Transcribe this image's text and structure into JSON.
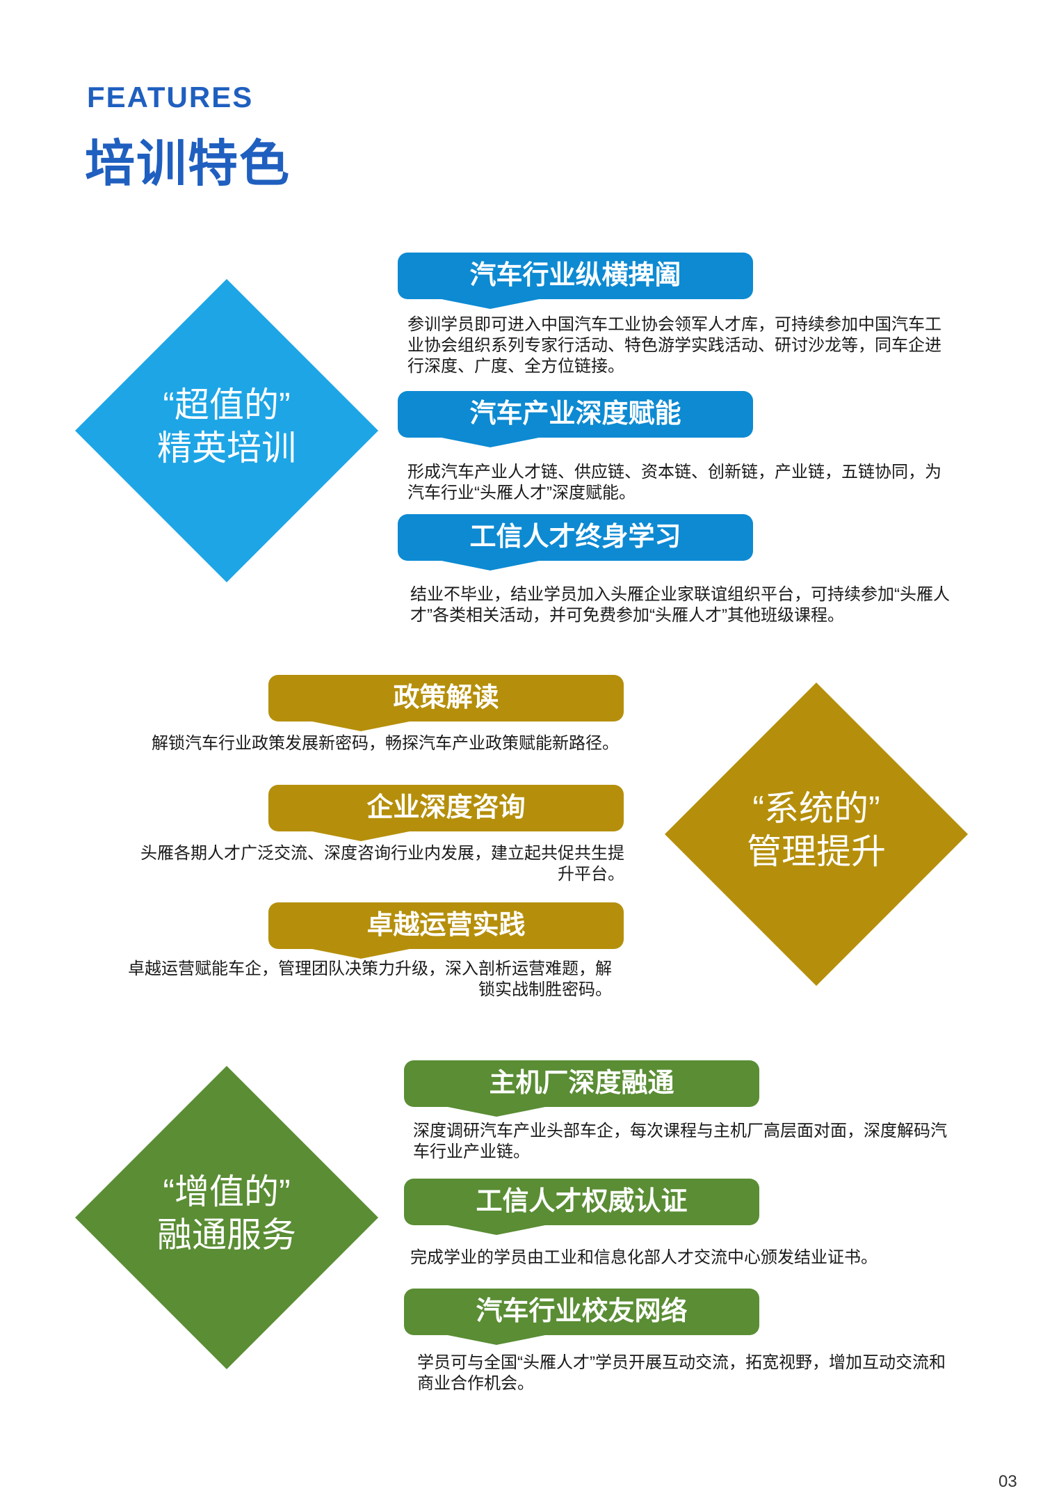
{
  "header": {
    "eyebrow": "FEATURES",
    "title": "培训特色"
  },
  "colors": {
    "blue_diamond": "#1ea5e6",
    "blue_pill": "#0d8ad2",
    "gold": "#b58f0b",
    "green": "#5a8d34",
    "title": "#1f5fbf"
  },
  "sections": [
    {
      "diamond": {
        "line1": "“超值的”",
        "line2": "精英培训"
      },
      "items": [
        {
          "title": "汽车行业纵横捭阖",
          "text": "参训学员即可进入中国汽车工业协会领军人才库，可持续参加中国汽车工业协会组织系列专家行活动、特色游学实践活动、研讨沙龙等，同车企进行深度、广度、全方位链接。"
        },
        {
          "title": "汽车产业深度赋能",
          "text": "形成汽车产业人才链、供应链、资本链、创新链，产业链，五链协同，为汽车行业“头雁人才”深度赋能。"
        },
        {
          "title": "工信人才终身学习",
          "text": "结业不毕业，结业学员加入头雁企业家联谊组织平台，可持续参加“头雁人才”各类相关活动，并可免费参加“头雁人才”其他班级课程。"
        }
      ]
    },
    {
      "diamond": {
        "line1": "“系统的”",
        "line2": "管理提升"
      },
      "items": [
        {
          "title": "政策解读",
          "text": "解锁汽车行业政策发展新密码，畅探汽车产业政策赋能新路径。"
        },
        {
          "title": "企业深度咨询",
          "text": "头雁各期人才广泛交流、深度咨询行业内发展，建立起共促共生提升平台。"
        },
        {
          "title": "卓越运营实践",
          "text": "卓越运营赋能车企，管理团队决策力升级，深入剖析运营难题，解锁实战制胜密码。"
        }
      ]
    },
    {
      "diamond": {
        "line1": "“增值的”",
        "line2": "融通服务"
      },
      "items": [
        {
          "title": "主机厂深度融通",
          "text": "深度调研汽车产业头部车企，每次课程与主机厂高层面对面，深度解码汽车行业产业链。"
        },
        {
          "title": "工信人才权威认证",
          "text": "完成学业的学员由工业和信息化部人才交流中心颁发结业证书。"
        },
        {
          "title": "汽车行业校友网络",
          "text": "学员可与全国“头雁人才”学员开展互动交流，拓宽视野，增加互动交流和商业合作机会。"
        }
      ]
    }
  ],
  "page_number": "03"
}
